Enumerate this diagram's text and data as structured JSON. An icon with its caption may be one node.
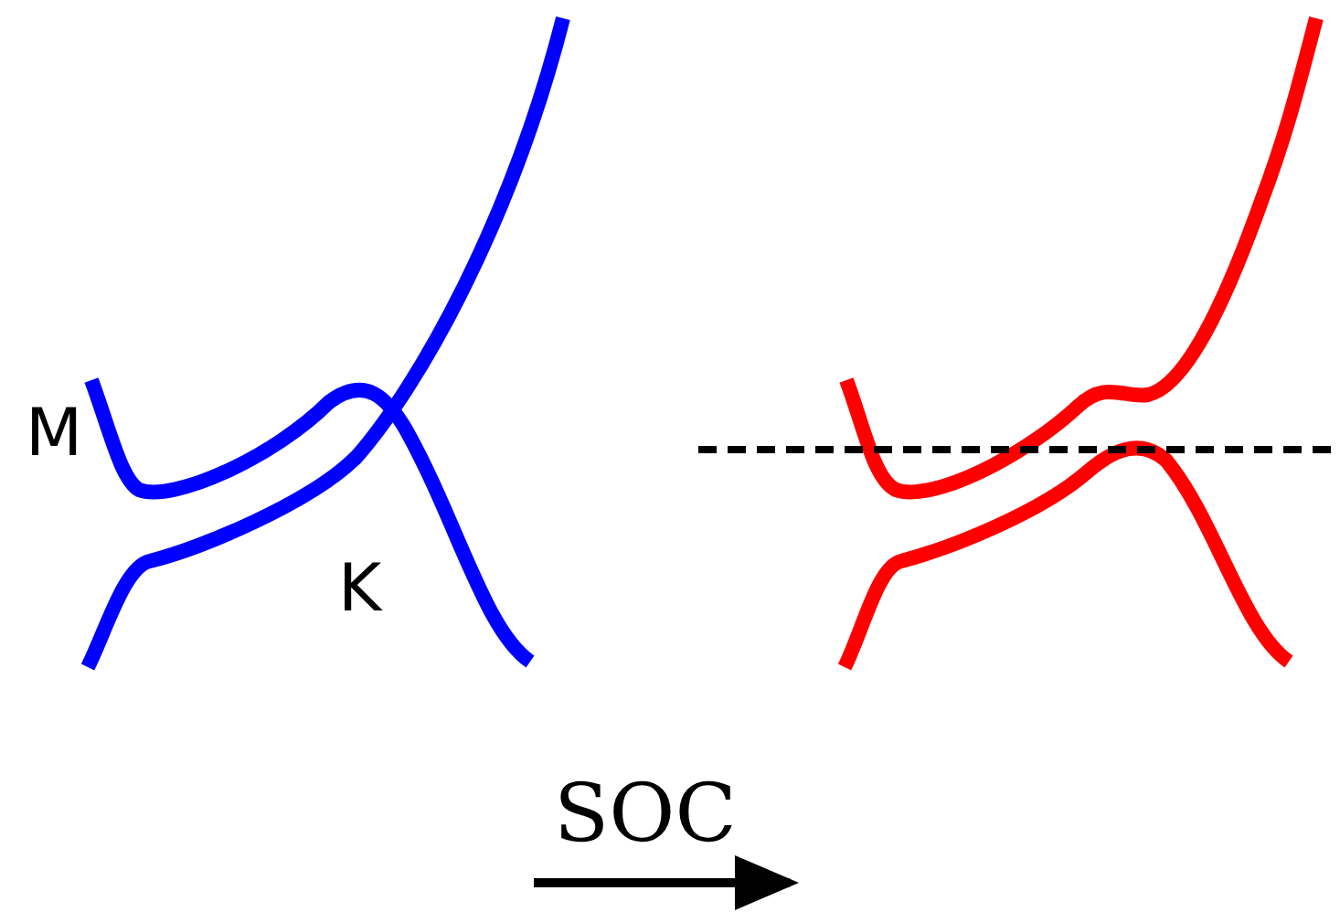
{
  "diagram": {
    "labels": [
      "M",
      "K",
      "SOC"
    ]
  }
}
